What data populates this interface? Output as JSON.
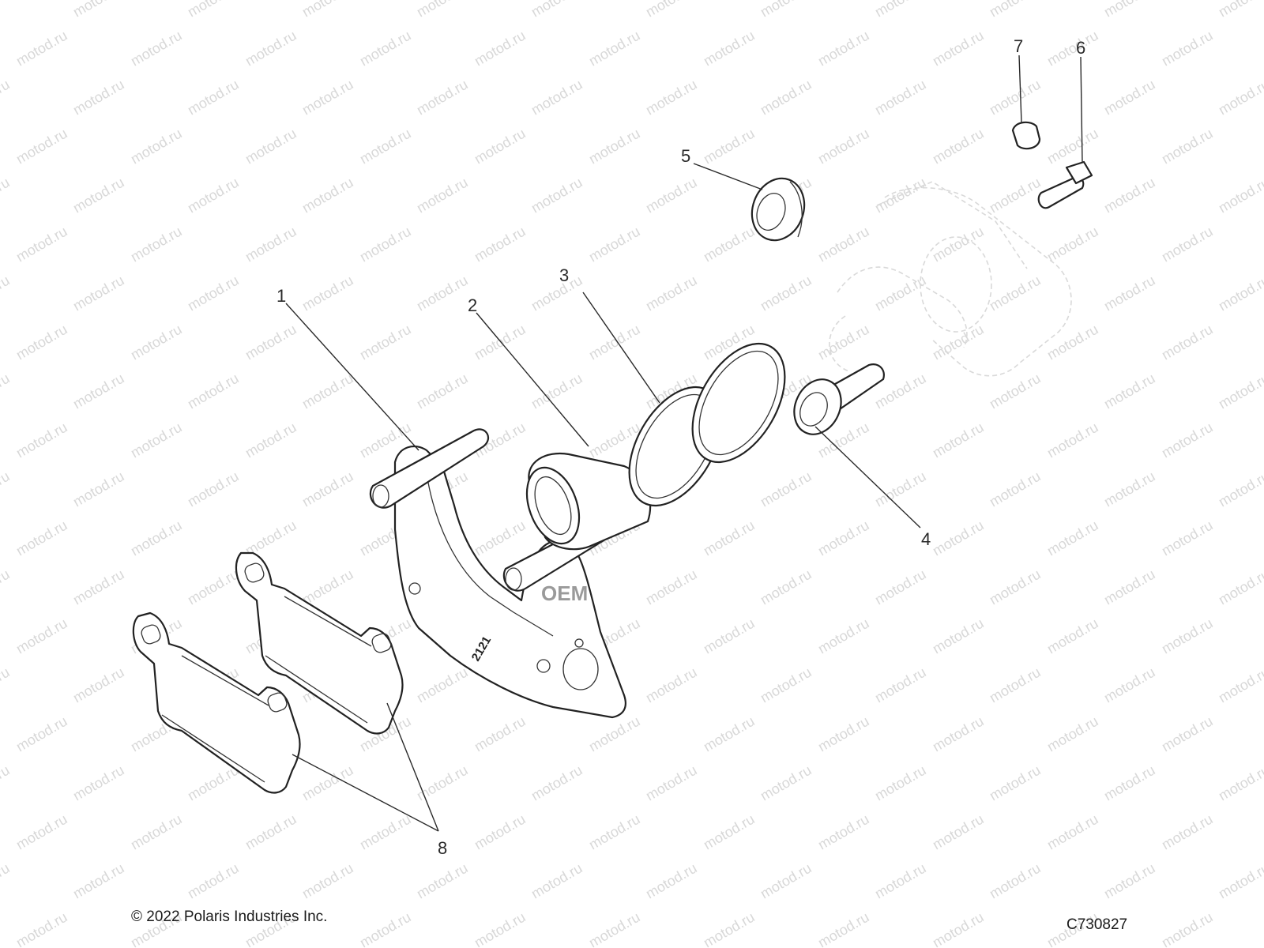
{
  "watermark": "motod.ru",
  "callouts": {
    "c1": "1",
    "c2": "2",
    "c3": "3",
    "c4": "4",
    "c5": "5",
    "c6": "6",
    "c7": "7",
    "c8": "8"
  },
  "stamp_text": "2121",
  "oem_mark": "OEM",
  "copyright": "© 2022 Polaris Industries Inc.",
  "figure_code": "C730827",
  "colors": {
    "line": "#222222",
    "watermark": "#d8d8d8",
    "background": "#ffffff"
  }
}
